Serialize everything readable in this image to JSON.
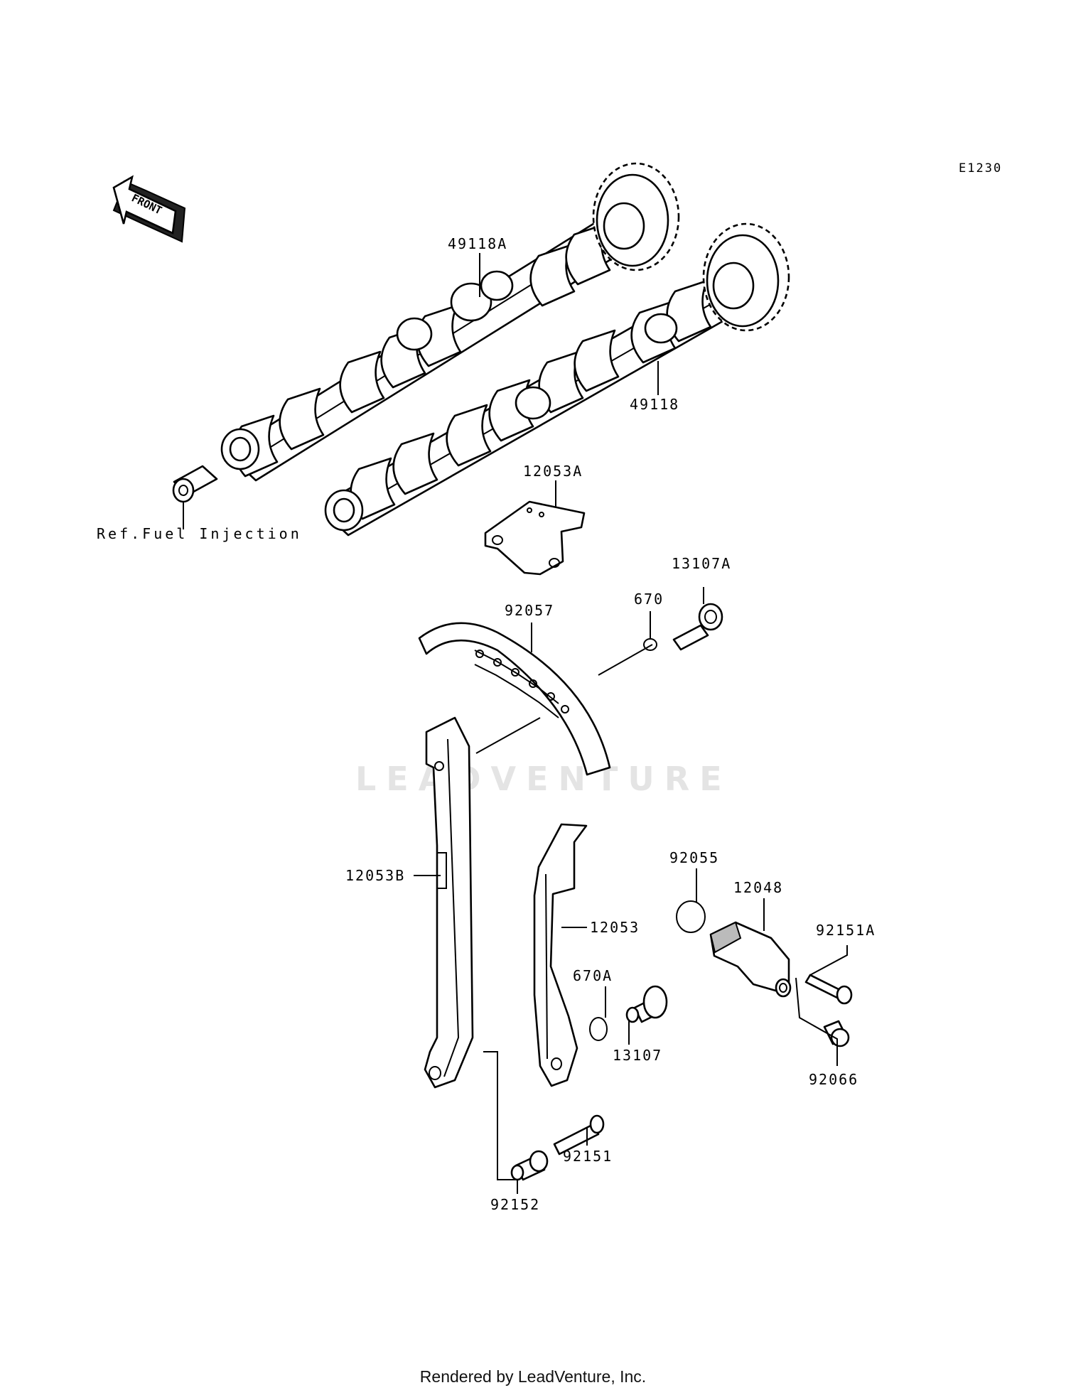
{
  "diagram_id": "E1230",
  "front_label": "FRONT",
  "watermark": "LEADVENTURE",
  "footer_text": "Rendered by LeadVenture, Inc.",
  "ref_note": "Ref.Fuel Injection",
  "parts": {
    "camshaft_exhaust": "49118A",
    "camshaft_intake": "49118",
    "guide_upper": "12053A",
    "bolt_upper": "13107A",
    "oring_upper": "670",
    "chain": "92057",
    "guide_front": "12053B",
    "guide_rear": "12053",
    "oring_lower": "670A",
    "bolt_lower": "13107",
    "oring_tensioner": "92055",
    "tensioner": "12048",
    "bolt_tensioner": "92151A",
    "plug_tensioner": "92066",
    "bolt_guide": "92151",
    "collar": "92152"
  }
}
